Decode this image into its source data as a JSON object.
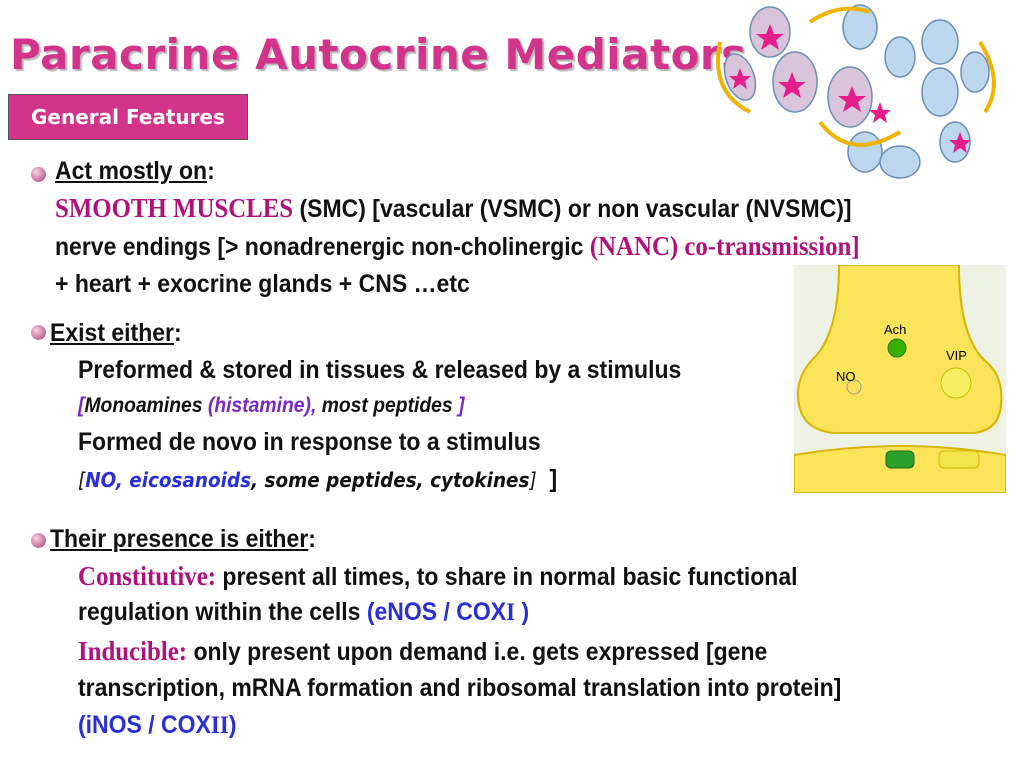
{
  "header": {
    "title": "Paracrine Autocrine Mediators",
    "badge": "General Features"
  },
  "section1": {
    "heading": "Act mostly on",
    "colon": ":",
    "l1_mag": "SMOOTH MUSCLES",
    "l1_rest": " (SMC) [vascular (VSMC) or non vascular (NVSMC)]",
    "l2_a": "nerve endings [> nonadrenergic non-cholinergic ",
    "l2_mag": "(NANC) co-transmission]",
    "l3": "+ heart + exocrine glands + CNS …etc"
  },
  "section2": {
    "heading": "Exist either",
    "colon": ":",
    "l1": "Preformed & stored in tissues & released  by a stimulus",
    "l2_open": "[",
    "l2_mono": "Monoamines ",
    "l2_hist": "(histamine),",
    "l2_pep": " most peptides ",
    "l2_close": "]",
    "l3": "Formed de novo in response to a stimulus",
    "l4_open": "[",
    "l4_no": "NO, eicosanoids",
    "l4_rest": ", some peptides, cytokines",
    "l4_close": "]",
    "l4_outer": "]"
  },
  "section3": {
    "heading": "Their presence is either",
    "colon": ":",
    "c_label": "Constitutive:",
    "c_text": " present all times, to share in normal basic functional",
    "c_text2": "regulation within the cells ",
    "c_blue": "(eNOS / COX",
    "c_roman": "I",
    "c_end": " )",
    "i_label": "Inducible:",
    "i_text": " only present upon demand i.e. gets expressed [gene",
    "i_text2": "transcription, mRNA formation and ribosomal translation into protein]",
    "i_blue": "(iNOS  / COX",
    "i_roman": "II",
    "i_end": ")"
  },
  "neuron": {
    "ach": "Ach",
    "no": "NO",
    "vip": "VIP"
  },
  "colors": {
    "title": "#d2348c",
    "magenta_text": "#b0117a",
    "purple_text": "#7b28c8",
    "blue_text": "#2a2fd6"
  }
}
